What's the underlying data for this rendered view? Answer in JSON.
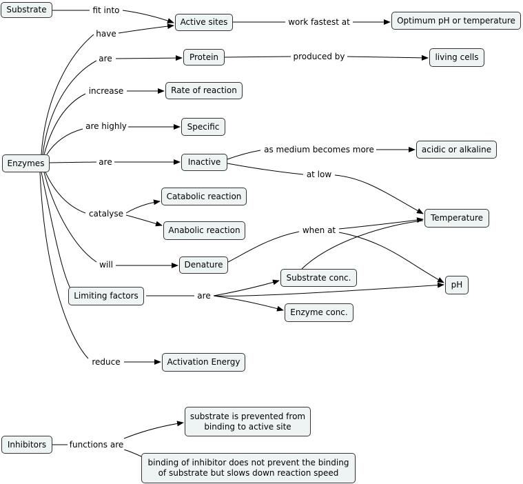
{
  "nodes": {
    "substrate": "Substrate",
    "active_sites": "Active sites",
    "optimum": "Optimum pH or temperature",
    "protein": "Protein",
    "living_cells": "living cells",
    "rate": "Rate of reaction",
    "specific": "Specific",
    "enzymes": "Enzymes",
    "inactive": "Inactive",
    "acidic": "acidic or alkaline",
    "catabolic": "Catabolic reaction",
    "anabolic": "Anabolic reaction",
    "temperature": "Temperature",
    "denature": "Denature",
    "substrate_conc": "Substrate conc.",
    "ph": "pH",
    "limiting": "Limiting factors",
    "enzyme_conc": "Enzyme conc.",
    "activation": "Activation Energy",
    "inhibitors": "Inhibitors",
    "prevented": "substrate is prevented from binding to active site",
    "binding": "binding of inhibitor does not prevent the binding of substrate but slows down reaction speed"
  },
  "links": {
    "fit_into": "fit into",
    "have": "have",
    "work_fastest": "work fastest at",
    "are_protein": "are",
    "produced_by": "produced by",
    "increase": "increase",
    "are_highly": "are highly",
    "are_inactive": "are",
    "as_medium": "as medium becomes more",
    "at_low": "at low",
    "catalyse": "catalyse",
    "when_at": "when at",
    "will": "will",
    "are_limiting": "are",
    "reduce": "reduce",
    "functions_are": "functions are"
  }
}
